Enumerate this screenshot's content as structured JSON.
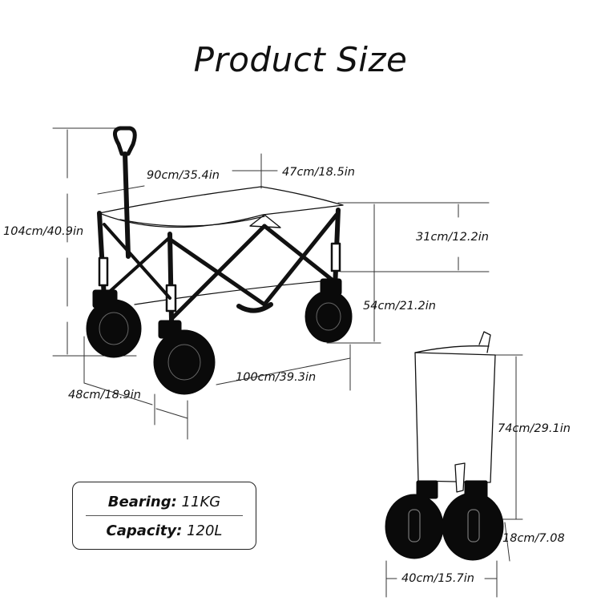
{
  "title": "Product Size",
  "dimensions": {
    "total_height": "104cm/40.9in",
    "handle_length": "90cm/35.4in",
    "top_width": "47cm/18.5in",
    "basket_depth": "31cm/12.2in",
    "body_height": "54cm/21.2in",
    "length": "100cm/39.3in",
    "width": "48cm/18.9in",
    "folded_height": "74cm/29.1in",
    "wheel_height": "18cm/7.08",
    "folded_width": "40cm/15.7in"
  },
  "specs": {
    "bearing_label": "Bearing:",
    "bearing_value": "11KG",
    "capacity_label": "Capacity:",
    "capacity_value": "120L"
  }
}
